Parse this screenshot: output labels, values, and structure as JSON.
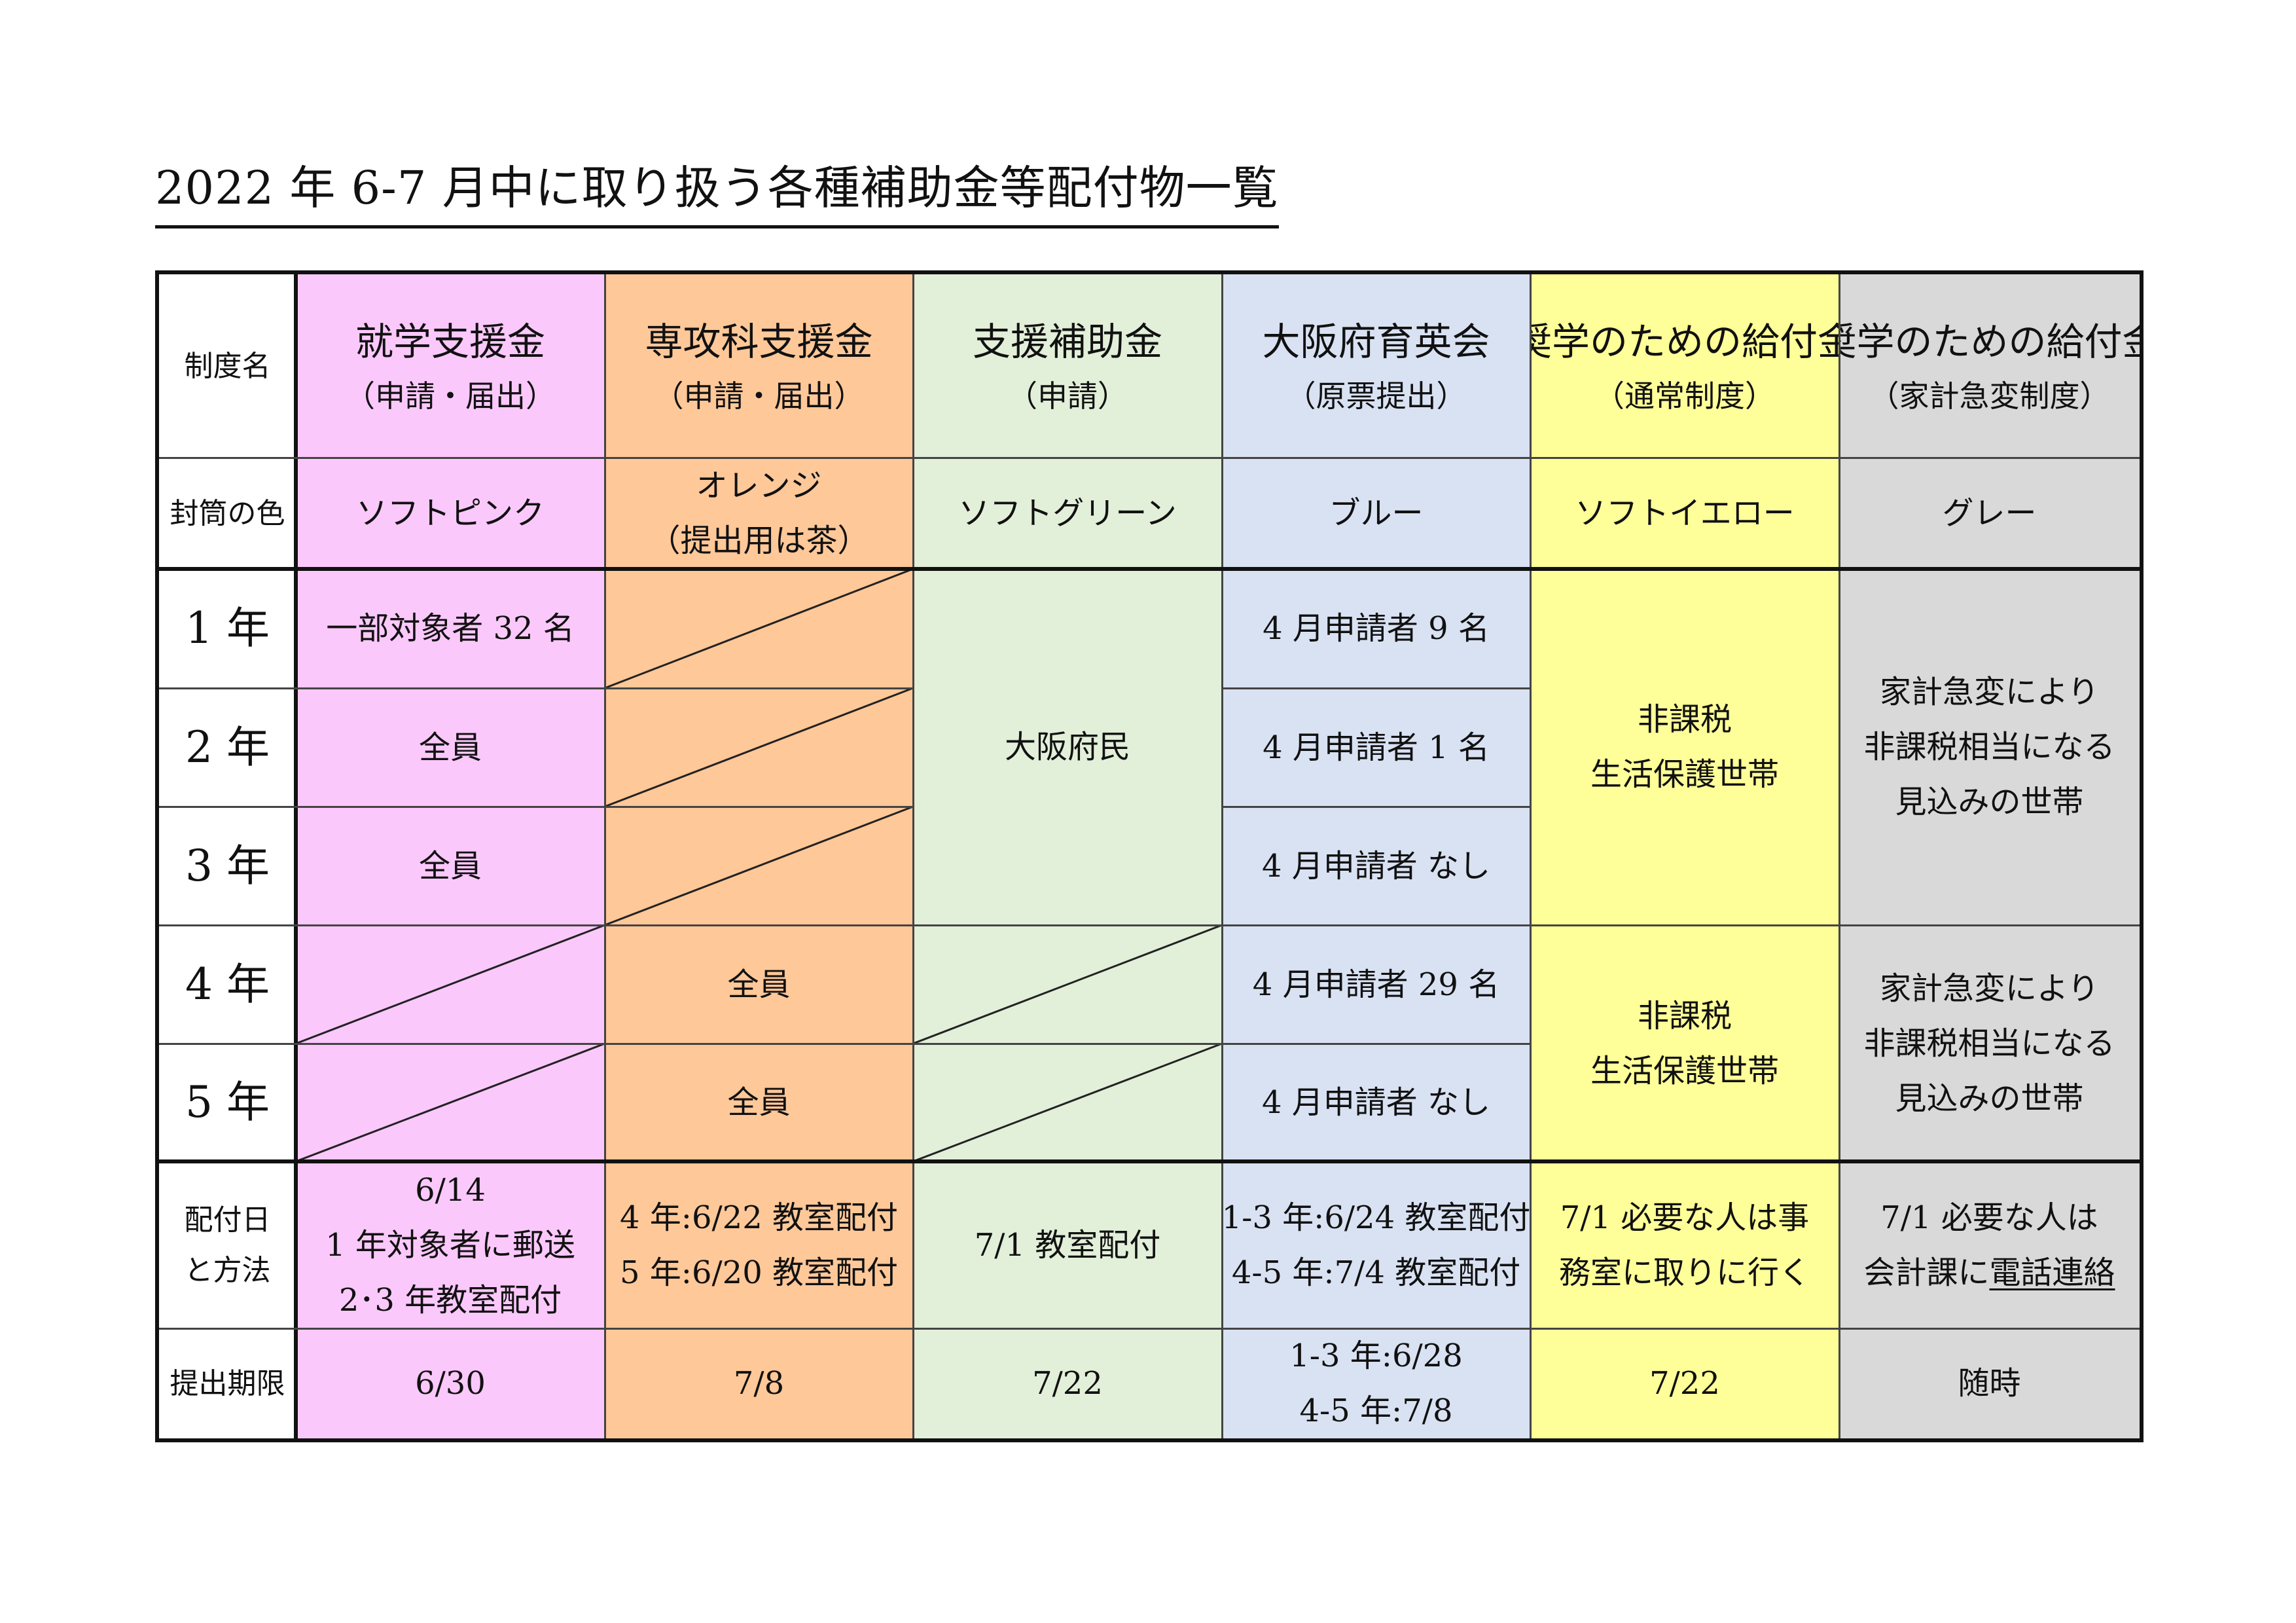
{
  "title": "2022 年 6-7 月中に取り扱う各種補助金等配付物一覧",
  "row_labels": {
    "seido": "制度名",
    "futo": "封筒の色",
    "y1": "1 年",
    "y2": "2 年",
    "y3": "3 年",
    "y4": "4 年",
    "y5": "5 年",
    "haifu_1": "配付日",
    "haifu_2": "と方法",
    "kigen": "提出期限"
  },
  "colors": {
    "pink": "#fbc8fb",
    "orange": "#ffc899",
    "green": "#e2efd9",
    "blue": "#d9e2f3",
    "yellow": "#ffff99",
    "gray": "#d9d9d9"
  },
  "columns": [
    {
      "name": "就学支援金",
      "sub": "（申請・届出）",
      "envelope": "ソフトピンク",
      "y1": "一部対象者  32 名",
      "y2": "全員",
      "y3": "全員",
      "distribution": [
        "6/14",
        "1 年対象者に郵送",
        "2･3 年教室配付"
      ],
      "deadline": "6/30"
    },
    {
      "name": "専攻科支援金",
      "sub": "（申請・届出）",
      "envelope_1": "オレンジ",
      "envelope_2": "（提出用は茶）",
      "y4": "全員",
      "y5": "全員",
      "distribution": [
        "4 年:6/22 教室配付",
        "5 年:6/20 教室配付"
      ],
      "deadline": "7/8"
    },
    {
      "name": "支援補助金",
      "sub": "（申請）",
      "envelope": "ソフトグリーン",
      "y1_3": "大阪府民",
      "distribution": "7/1  教室配付",
      "deadline": "7/22"
    },
    {
      "name": "大阪府育英会",
      "sub": "（原票提出）",
      "envelope": "ブルー",
      "y1": "4 月申請者  9 名",
      "y2": "4 月申請者 1 名",
      "y3": "4 月申請者  なし",
      "y4": "4 月申請者  29 名",
      "y5": "4 月申請者  なし",
      "distribution": [
        "1-3 年:6/24 教室配付",
        "4-5 年:7/4 教室配付"
      ],
      "deadline": [
        "1-3 年:6/28",
        "4-5 年:7/8"
      ]
    },
    {
      "name": "奨学のための給付金",
      "sub": "（通常制度）",
      "envelope": "ソフトイエロー",
      "y1_3": [
        "非課税",
        "生活保護世帯"
      ],
      "y4_5": [
        "非課税",
        "生活保護世帯"
      ],
      "distribution": [
        "7/1  必要な人は事",
        "務室に取りに行く"
      ],
      "deadline": "7/22"
    },
    {
      "name": "奨学のための給付金",
      "sub": "（家計急変制度）",
      "envelope": "グレー",
      "y1_3": [
        "家計急変により",
        "非課税相当になる",
        "見込みの世帯"
      ],
      "y4_5": [
        "家計急変により",
        "非課税相当になる",
        "見込みの世帯"
      ],
      "distribution_1": "7/1  必要な人は",
      "distribution_2a": "会計課に",
      "distribution_2b": "電話連絡",
      "deadline": "随時"
    }
  ]
}
